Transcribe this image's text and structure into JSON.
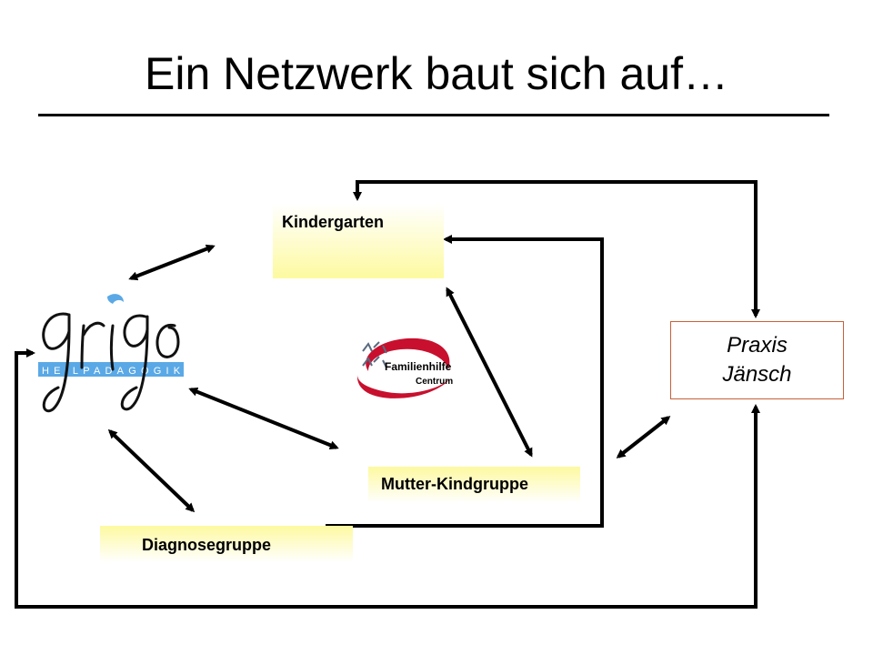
{
  "slide": {
    "title": "Ein Netzwerk baut sich auf…"
  },
  "nodes": {
    "kindergarten": "Kindergarten",
    "mutter_kindgruppe": "Mutter-Kindgruppe",
    "diagnosegruppe": "Diagnosegruppe",
    "praxis_line1": "Praxis",
    "praxis_line2": "Jänsch"
  },
  "logos": {
    "grigo": {
      "wordmark": "grigo",
      "tagline": "HEILPÄDAGOGIK",
      "band_color": "#5aa9e6"
    },
    "familienhilfe": {
      "line1": "Familienhilfe",
      "line2": "Centrum",
      "swoosh_color": "#c8102e"
    }
  },
  "colors": {
    "box_fill": "#fdf9a0",
    "praxis_border": "#c8603a",
    "connector": "#000000"
  }
}
